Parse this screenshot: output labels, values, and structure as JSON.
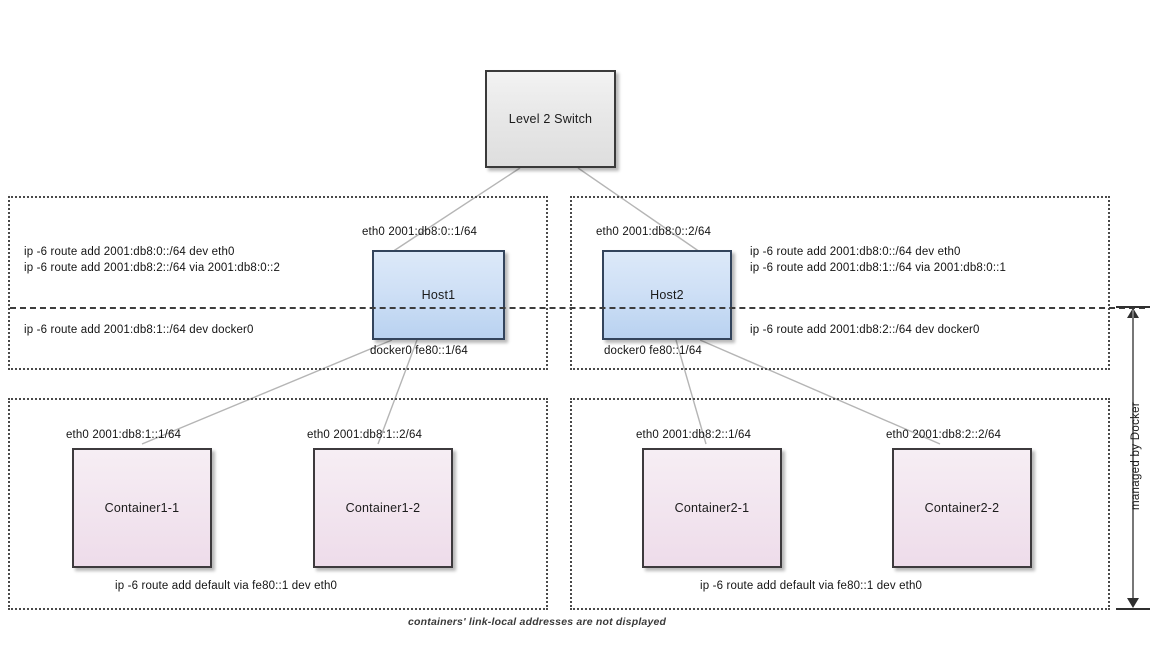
{
  "diagram": {
    "caption": "containers' link-local addresses are not displayed",
    "managed_label": "managed by Docker",
    "colors": {
      "switch_fill": "#e6e6e6",
      "host_fill": "#cfe0f6",
      "container_fill": "#f2e5ef",
      "border": "#3b3b3b",
      "link": "#b0b0b0",
      "zone_border": "#4a4a4a"
    }
  },
  "switch": {
    "label": "Level 2 Switch"
  },
  "hosts": [
    {
      "name": "Host1",
      "eth0_label": "eth0 2001:db8:0::1/64",
      "docker0_label": "docker0 fe80::1/64",
      "routes_above": [
        "ip -6 route add 2001:db8:0::/64 dev eth0",
        "ip -6 route add 2001:db8:2::/64 via 2001:db8:0::2"
      ],
      "routes_below": [
        "ip -6 route add 2001:db8:1::/64 dev docker0"
      ]
    },
    {
      "name": "Host2",
      "eth0_label": "eth0 2001:db8:0::2/64",
      "docker0_label": "docker0 fe80::1/64",
      "routes_above": [
        "ip -6 route add 2001:db8:0::/64 dev eth0",
        "ip -6 route add 2001:db8:1::/64 via 2001:db8:0::1"
      ],
      "routes_below": [
        "ip -6 route add 2001:db8:2::/64 dev docker0"
      ]
    }
  ],
  "container_groups": [
    {
      "default_route": "ip -6 route add default via fe80::1 dev eth0",
      "containers": [
        {
          "name": "Container1-1",
          "eth0_label": "eth0 2001:db8:1::1/64"
        },
        {
          "name": "Container1-2",
          "eth0_label": "eth0 2001:db8:1::2/64"
        }
      ]
    },
    {
      "default_route": "ip -6 route add default via fe80::1 dev eth0",
      "containers": [
        {
          "name": "Container2-1",
          "eth0_label": "eth0 2001:db8:2::1/64"
        },
        {
          "name": "Container2-2",
          "eth0_label": "eth0 2001:db8:2::2/64"
        }
      ]
    }
  ]
}
